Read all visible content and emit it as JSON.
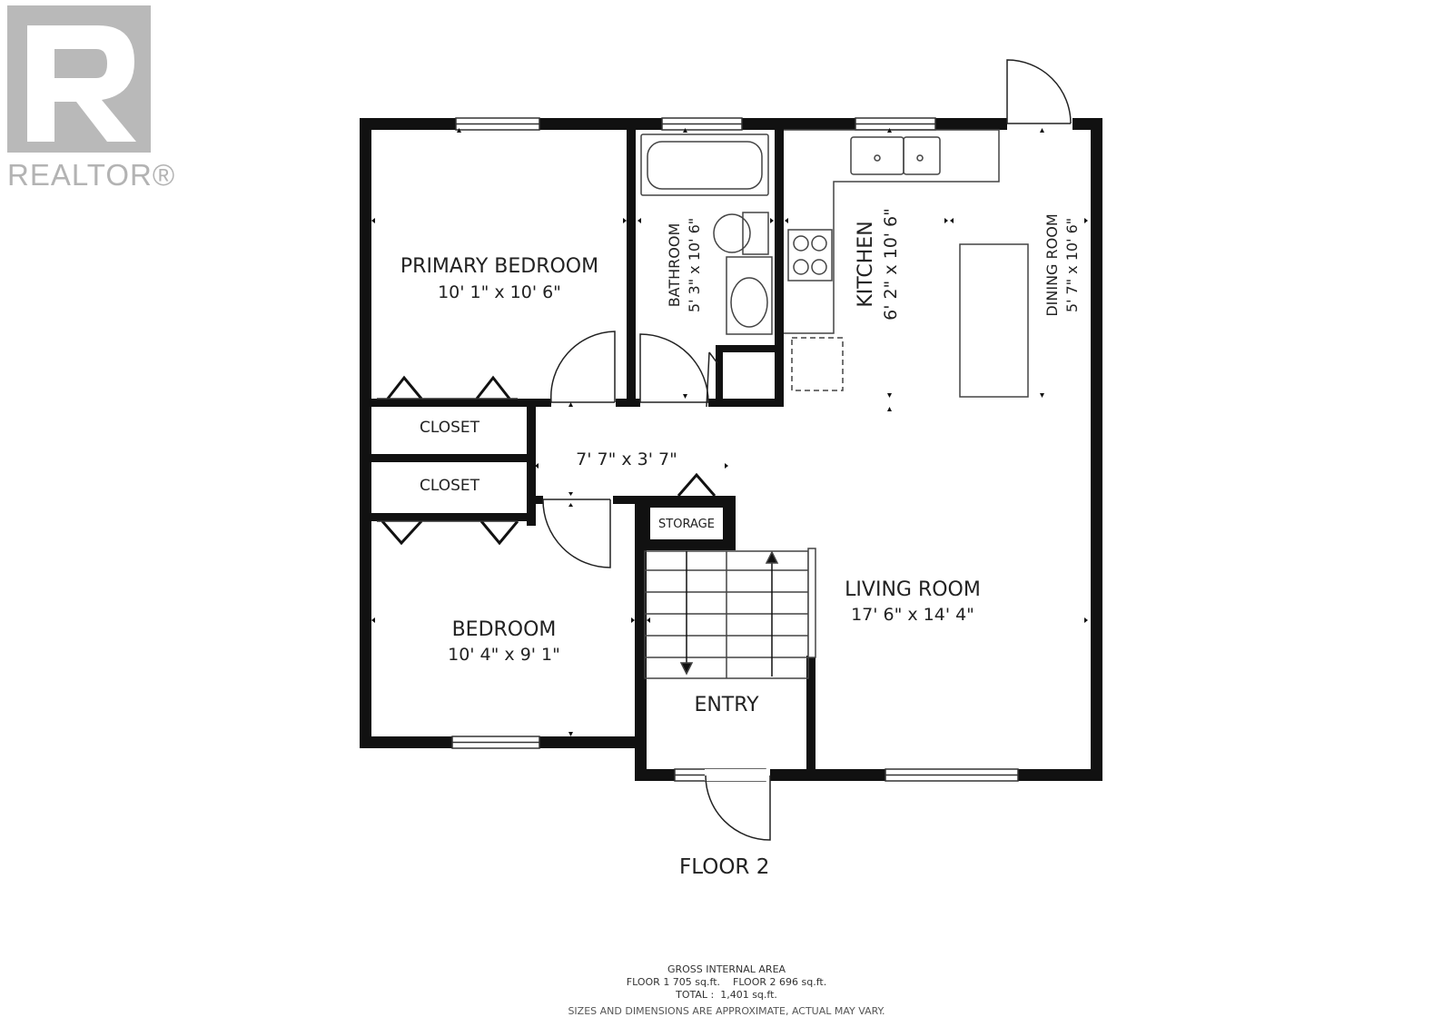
{
  "logo": {
    "text": "REALTOR®",
    "color": "#b9b9b9"
  },
  "rooms": {
    "primary_bedroom": {
      "name": "PRIMARY BEDROOM",
      "dims": "10' 1\" x 10' 6\""
    },
    "bathroom": {
      "name": "BATHROOM",
      "dims": "5' 3\" x 10' 6\""
    },
    "kitchen": {
      "name": "KITCHEN",
      "dims": "6' 2\" x 10' 6\""
    },
    "dining_room": {
      "name": "DINING ROOM",
      "dims": "5' 7\" x 10' 6\""
    },
    "closet_1": {
      "name": "CLOSET"
    },
    "closet_2": {
      "name": "CLOSET"
    },
    "hall": {
      "dims": "7' 7\" x 3' 7\""
    },
    "storage": {
      "name": "STORAGE"
    },
    "living_room": {
      "name": "LIVING ROOM",
      "dims": "17' 6\" x 14' 4\""
    },
    "bedroom": {
      "name": "BEDROOM",
      "dims": "10' 4\" x 9' 1\""
    },
    "entry": {
      "name": "ENTRY"
    }
  },
  "floor_label": "FLOOR 2",
  "area": {
    "heading": "GROSS INTERNAL AREA",
    "floors": "FLOOR 1 705 sq.ft.    FLOOR 2 696 sq.ft.",
    "total": "TOTAL :  1,401 sq.ft.",
    "note": "SIZES AND DIMENSIONS ARE APPROXIMATE, ACTUAL MAY VARY."
  }
}
